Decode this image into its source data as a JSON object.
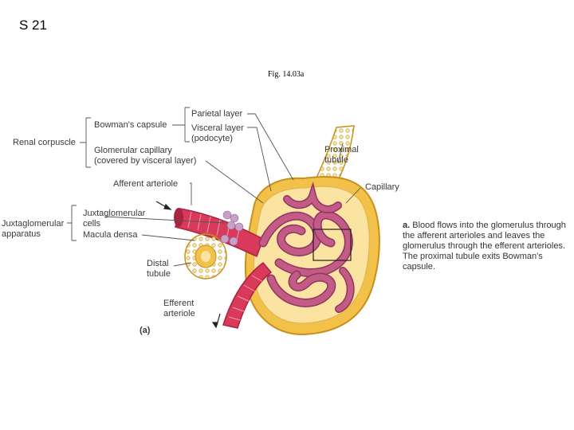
{
  "slide_label": "S 21",
  "figure_caption": "Fig. 14.03a",
  "labels": {
    "renal_corpuscle": "Renal corpuscle",
    "bowmans_capsule": "Bowman's capsule",
    "parietal_layer": "Parietal layer",
    "visceral_layer": "Visceral layer",
    "podocyte": "(podocyte)",
    "glomerular_capillary": "Glomerular capillary",
    "covered_by_visceral": "(covered by visceral layer)",
    "proximal": "Proximal",
    "tubule": "tubule",
    "capillary": "Capillary",
    "afferent_arteriole": "Afferent arteriole",
    "juxtaglomerular": "Juxtaglomerular",
    "apparatus": "apparatus",
    "juxtaglomerular_cells_1": "Juxtaglomerular",
    "juxtaglomerular_cells_2": "cells",
    "macula_densa": "Macula densa",
    "distal": "Distal",
    "distal_tubule": "tubule",
    "efferent": "Efferent",
    "efferent_arteriole": "arteriole",
    "panel": "(a)"
  },
  "description": {
    "marker": "a.",
    "text": "Blood flows into the glomerulus through the afferent arterioles and leaves the glomerulus through the efferent arterioles. The proximal tubule exits Bowman's capsule."
  },
  "colors": {
    "capsule": "#f2c14a",
    "capsule_edge": "#c8901c",
    "capsule_inner": "#fbe3a2",
    "vessel": "#d9395a",
    "vessel_dark": "#a82440",
    "glomerulus": "#c45a86",
    "glomerulus_dark": "#8e3560",
    "tubule": "#f6e19a",
    "leader": "#555555"
  }
}
